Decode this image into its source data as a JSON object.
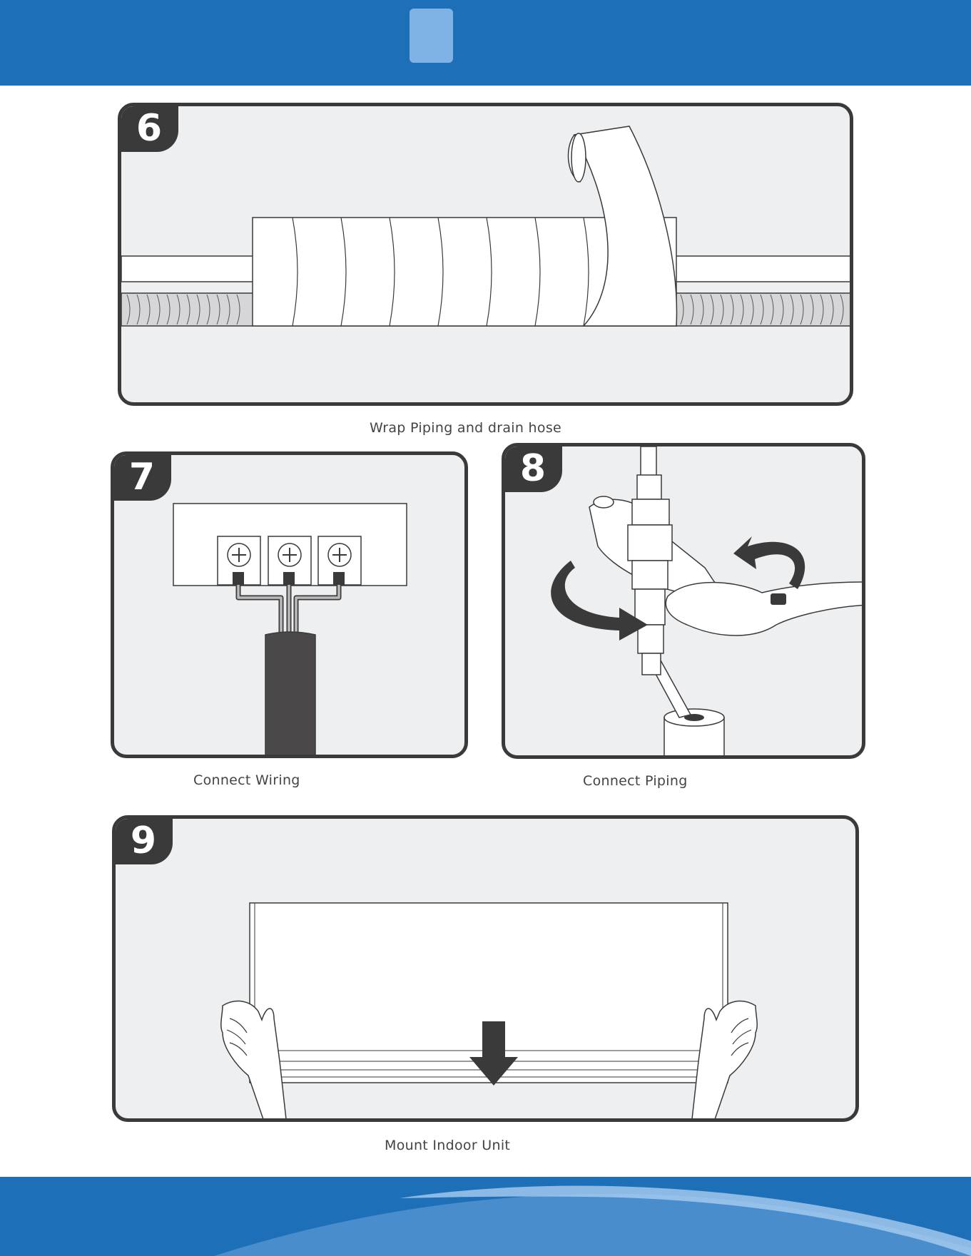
{
  "steps": [
    {
      "number": "6",
      "caption": "Wrap Piping and drain hose",
      "icon": "tape-wrap-illustration"
    },
    {
      "number": "7",
      "caption": "Connect Wiring",
      "icon": "terminal-block-illustration"
    },
    {
      "number": "8",
      "caption": "Connect Piping",
      "icon": "wrench-flare-nut-illustration"
    },
    {
      "number": "9",
      "caption": "Mount Indoor Unit",
      "icon": "hands-mount-unit-illustration"
    }
  ],
  "colors": {
    "brand_blue": "#1d6fb8",
    "tab_blue": "#7fb3e6",
    "panel_bg": "#eeeff1",
    "frame_dark": "#3b3a3b"
  }
}
